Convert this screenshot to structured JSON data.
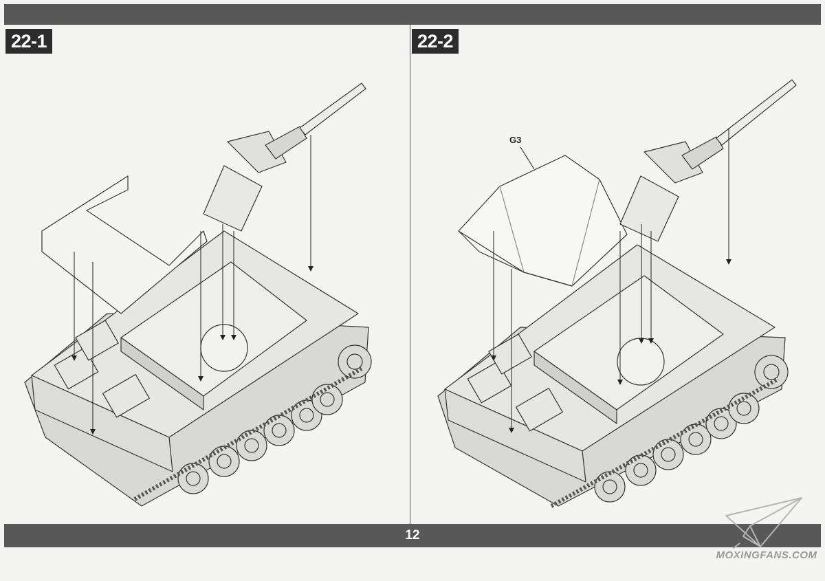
{
  "steps": [
    {
      "label": "22-1"
    },
    {
      "label": "22-2"
    }
  ],
  "part_labels": {
    "g3": "G3"
  },
  "footer": {
    "page_number": "12"
  },
  "watermark": {
    "text": "MOXINGFANS.COM",
    "icon": "paper-plane-icon"
  },
  "colors": {
    "bar": "#585858",
    "step_label_bg": "#2c2c2c",
    "paper": "#f4f4f3"
  }
}
